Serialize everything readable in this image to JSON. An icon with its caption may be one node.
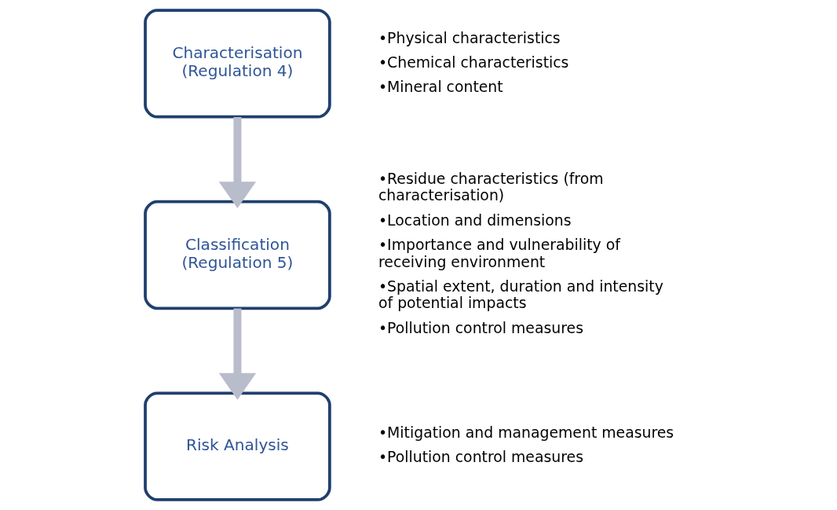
{
  "diagram": {
    "nodes": [
      {
        "text": [
          "Characterisation (Regulation 4)"
        ],
        "beside": [
          "•Physical characteristics",
          "•Chemical characteristics",
          "•Mineral content"
        ]
      },
      {
        "text": [
          "Classification (Regulation 5)"
        ],
        "beside": [
          "•Residue characteristics (from characterisation)",
          "•Location and dimensions",
          "•Importance and vulnerability of receiving environment",
          "•Spatial extent, duration and intensity of potential impacts",
          "•Pollution control measures"
        ]
      },
      {
        "text": [
          "Risk Analysis"
        ],
        "beside": [
          "•Mitigation and management measures",
          "•Pollution control measures"
        ]
      }
    ],
    "edges": [
      {
        "from": 0,
        "to": 1,
        "arrow": "to"
      },
      {
        "from": 1,
        "to": 2,
        "arrow": "to"
      }
    ]
  }
}
